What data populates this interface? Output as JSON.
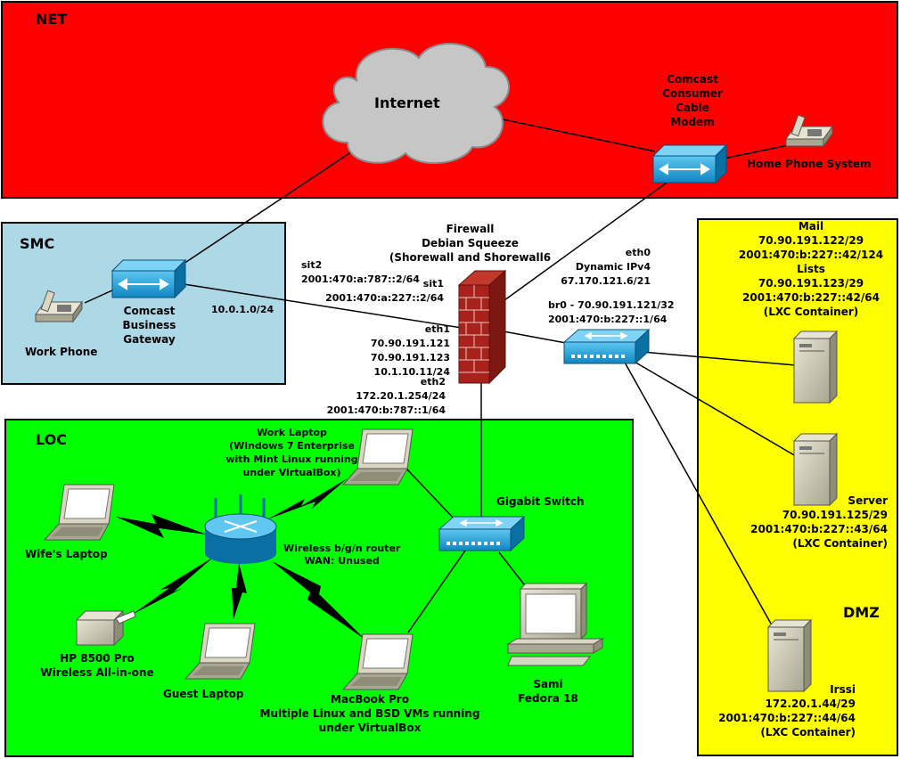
{
  "zones": {
    "net": {
      "title": "NET",
      "color": "#ff0000"
    },
    "smc": {
      "title": "SMC",
      "color": "#add8e6"
    },
    "loc": {
      "title": "LOC",
      "color": "#00ff00"
    },
    "dmz": {
      "title": "DMZ",
      "color": "#ffff00"
    }
  },
  "internet": {
    "label": "Internet"
  },
  "modem": {
    "lines": [
      "Comcast",
      "Consumer",
      "Cable",
      "Modem"
    ]
  },
  "home_phone": {
    "label": "Home Phone System"
  },
  "work_phone": {
    "label": "Work Phone"
  },
  "gateway": {
    "lines": [
      "Comcast",
      "Business",
      "Gateway"
    ]
  },
  "smc_subnet": {
    "label": "10.0.1.0/24"
  },
  "firewall": {
    "lines": [
      "Firewall",
      "Debian Squeeze",
      "(Shorewall and Shorewall6"
    ]
  },
  "sit2": {
    "lines": [
      "sit2",
      "2001:470:a:787::2/64"
    ]
  },
  "sit1": {
    "lines": [
      "sit1",
      "2001:470:a:227::2/64"
    ]
  },
  "eth0": {
    "lines": [
      "eth0",
      "Dynamic IPv4",
      "67.170.121.6/21"
    ]
  },
  "br0": {
    "lines": [
      "br0 - 70.90.191.121/32",
      "2001:470:b:227::1/64"
    ]
  },
  "eth1": {
    "lines": [
      "eth1",
      "70.90.191.121",
      "70.90.191.123",
      "10.1.10.11/24"
    ]
  },
  "eth2": {
    "lines": [
      "eth2",
      "172.20.1.254/24",
      "2001:470:b:787::1/64"
    ]
  },
  "mail": {
    "lines": [
      "Mail",
      "70.90.191.122/29",
      "2001:470:b:227::42/124",
      "Lists",
      "70.90.191.123/29",
      "2001:470:b:227::42/64",
      "(LXC Container)"
    ]
  },
  "server": {
    "lines": [
      "Server",
      "70.90.191.125/29",
      "2001:470:b:227::43/64",
      "(LXC Container)"
    ]
  },
  "irssi": {
    "lines": [
      "Irssi",
      "172.20.1.44/29",
      "2001:470:b:227::44/64",
      "(LXC Container)"
    ]
  },
  "work_laptop": {
    "lines": [
      "Work Laptop",
      "(Windows 7 Enterprise",
      "with Mint Linux running",
      "under VirtualBox)"
    ]
  },
  "wifes_laptop": {
    "label": "Wife's Laptop"
  },
  "wireless_router": {
    "lines": [
      "Wireless b/g/n router",
      "WAN: Unused"
    ]
  },
  "gigabit_switch": {
    "label": "Gigabit Switch"
  },
  "printer": {
    "lines": [
      "HP 8500 Pro",
      "Wireless All-in-one"
    ]
  },
  "guest_laptop": {
    "label": "Guest Laptop"
  },
  "macbook": {
    "lines": [
      "MacBook Pro",
      "Multiple Linux and BSD VMs running",
      "under VirtualBox"
    ]
  },
  "sami": {
    "lines": [
      "Sami",
      "Fedora 18"
    ]
  }
}
